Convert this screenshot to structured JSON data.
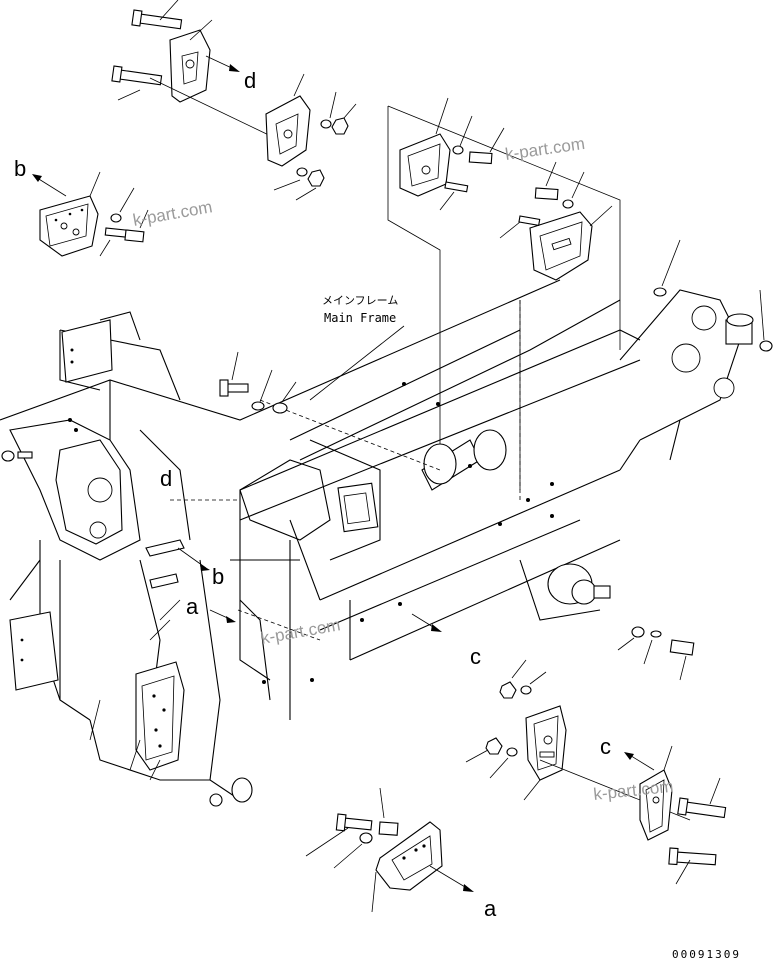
{
  "main_frame_label_jp": "メインフレーム",
  "main_frame_label_en": "Main Frame",
  "ref_a1": "a",
  "ref_a2": "a",
  "ref_b1": "b",
  "ref_b2": "b",
  "ref_c1": "c",
  "ref_c2": "c",
  "ref_d1": "d",
  "ref_d2": "d",
  "watermark1": "k-part.com",
  "watermark2": "k-part.com",
  "watermark3": "k-part.com",
  "watermark4": "k-part.com",
  "part_number": "00091309"
}
